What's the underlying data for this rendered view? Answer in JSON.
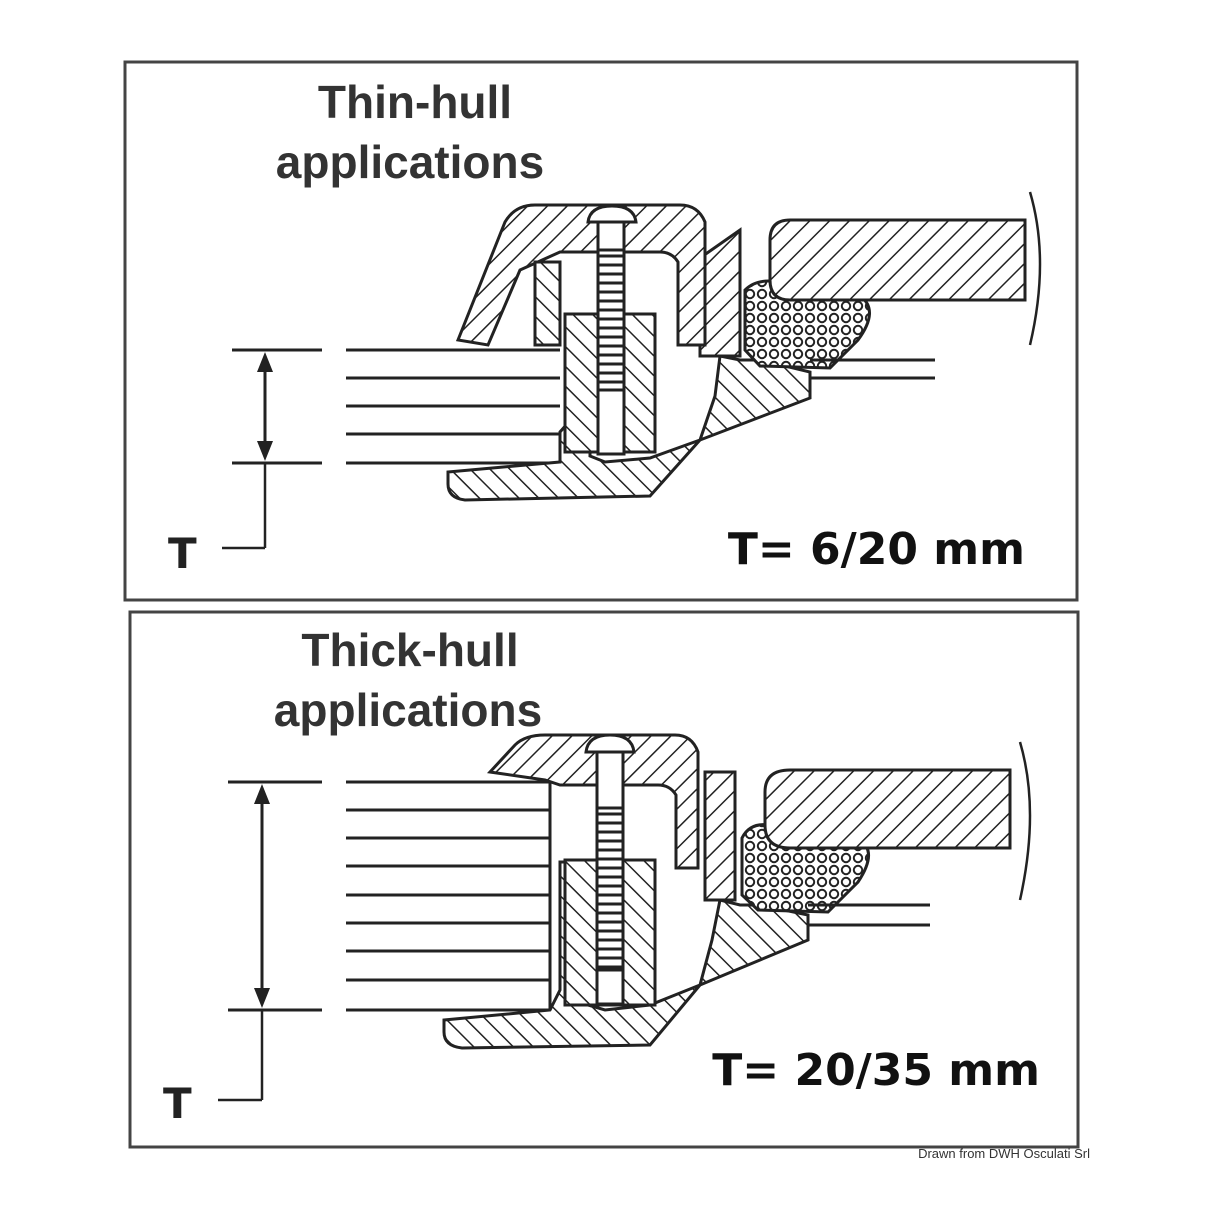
{
  "panels": [
    {
      "title_line1": "Thin-hull",
      "title_line2": "applications",
      "dimension_symbol": "T",
      "range_label": "T= 6/20 mm"
    },
    {
      "title_line1": "Thick-hull",
      "title_line2": "applications",
      "dimension_symbol": "T",
      "range_label": "T= 20/35 mm"
    }
  ],
  "credit": "Drawn from DWH Osculati Srl"
}
